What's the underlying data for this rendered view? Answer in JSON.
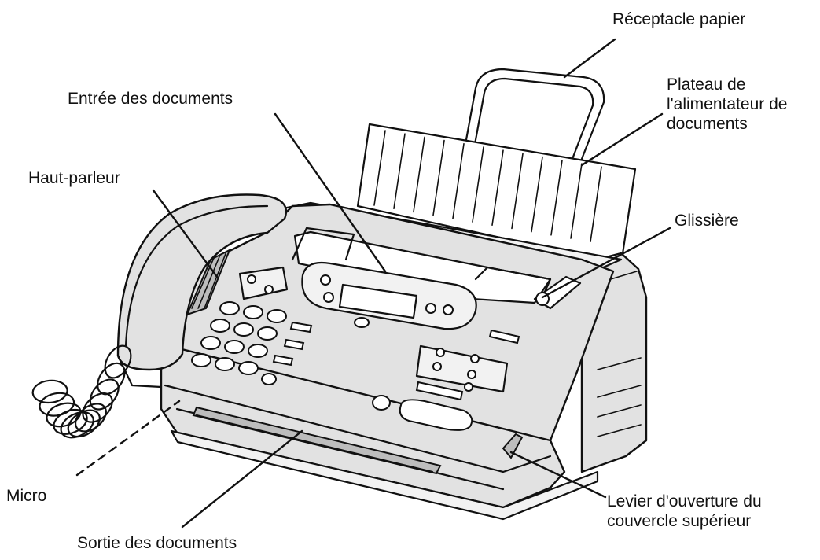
{
  "labels": {
    "paper_receptacle": "Réceptacle papier",
    "feeder_tray_line1": "Plateau de",
    "feeder_tray_line2": "l'alimentateur de",
    "feeder_tray_line3": "documents",
    "document_entrance": "Entrée des documents",
    "speaker": "Haut-parleur",
    "guide": "Glissière",
    "microphone": "Micro",
    "document_exit": "Sortie des documents",
    "lever_line1": "Levier d'ouverture du",
    "lever_line2": "couvercle supérieur"
  },
  "colors": {
    "line": "#111111",
    "body_shade": "#e2e2e2",
    "background": "#ffffff"
  }
}
